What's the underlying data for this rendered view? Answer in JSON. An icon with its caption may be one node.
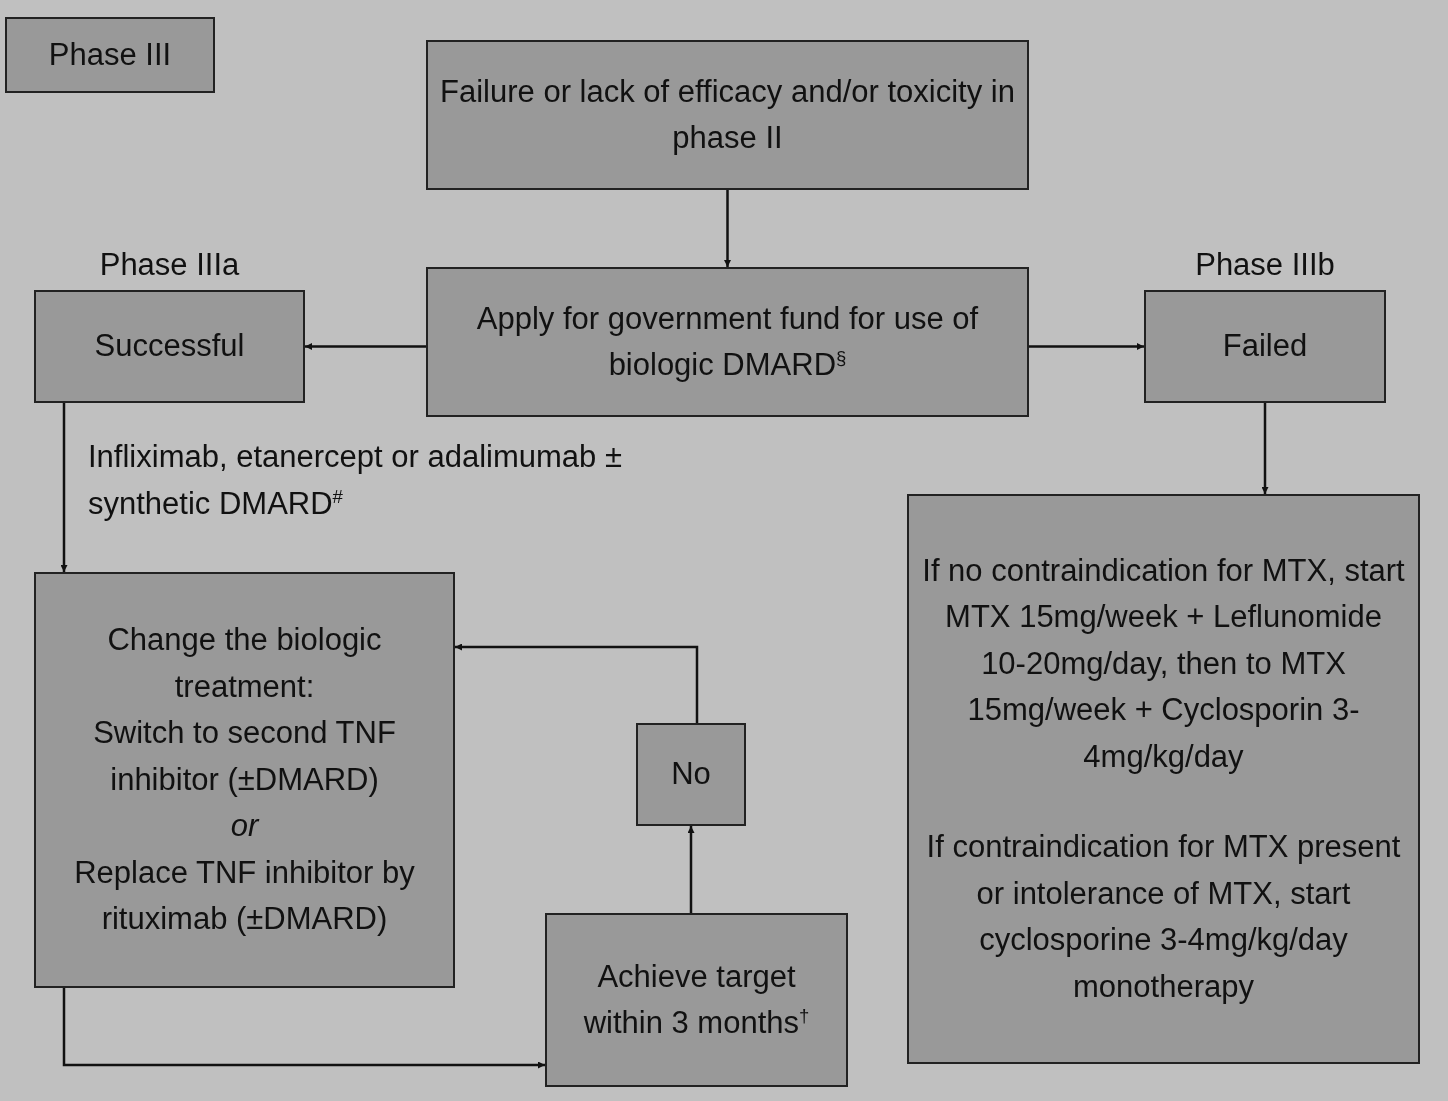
{
  "diagram": {
    "nodes": [
      {
        "text": [
          "Phase III"
        ]
      },
      {
        "text": [
          "Failure or lack of efficacy and/or toxicity in phase II"
        ]
      },
      {
        "text": [
          "Apply for government fund for use of biologic DMARD$^{§}$"
        ]
      },
      {
        "text": [
          "Phase IIIa",
          "Successful"
        ]
      },
      {
        "text": [
          "Phase IIIb",
          "Failed"
        ]
      },
      {
        "text": [
          "Change the biologic treatment:",
          "Switch to second TNF inhibitor (±DMARD)",
          "or",
          "Replace TNF inhibitor by rituximab (±DMARD)"
        ]
      },
      {
        "text": [
          "Achieve target within 3 months$^{†}$"
        ]
      },
      {
        "text": [
          "No"
        ]
      },
      {
        "text": [
          "If no contraindication for MTX, start MTX 15mg/week + Leflunomide 10-20mg/day, then to MTX 15mg/week + Cyclosporin 3-4mg/kg/day",
          "If contraindication for MTX present or intolerance of MTX, start cyclosporine 3-4mg/kg/day monotherapy"
        ]
      }
    ],
    "edges": [
      {
        "from": 1,
        "to": 2,
        "arrow": "to"
      },
      {
        "from": 2,
        "to": 3,
        "arrow": "to"
      },
      {
        "from": 2,
        "to": 4,
        "arrow": "to"
      },
      {
        "from": 3,
        "to": 5,
        "arrow": "to",
        "label": "Infliximab, etanercept or adalimumab ± synthetic DMARD$^{#}$"
      },
      {
        "from": 4,
        "to": 8,
        "arrow": "to"
      },
      {
        "from": 5,
        "to": 6,
        "arrow": "to"
      },
      {
        "from": 6,
        "to": 7,
        "arrow": "to"
      },
      {
        "from": 7,
        "to": 5,
        "arrow": "to"
      }
    ]
  }
}
